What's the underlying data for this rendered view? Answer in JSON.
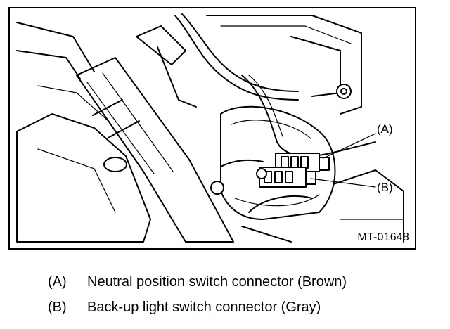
{
  "figure": {
    "code": "MT-01648",
    "callouts": [
      {
        "key": "(A)"
      },
      {
        "key": "(B)"
      }
    ]
  },
  "legend": [
    {
      "key": "(A)",
      "text": "Neutral position switch connector (Brown)"
    },
    {
      "key": "(B)",
      "text": "Back-up light switch connector (Gray)"
    }
  ]
}
